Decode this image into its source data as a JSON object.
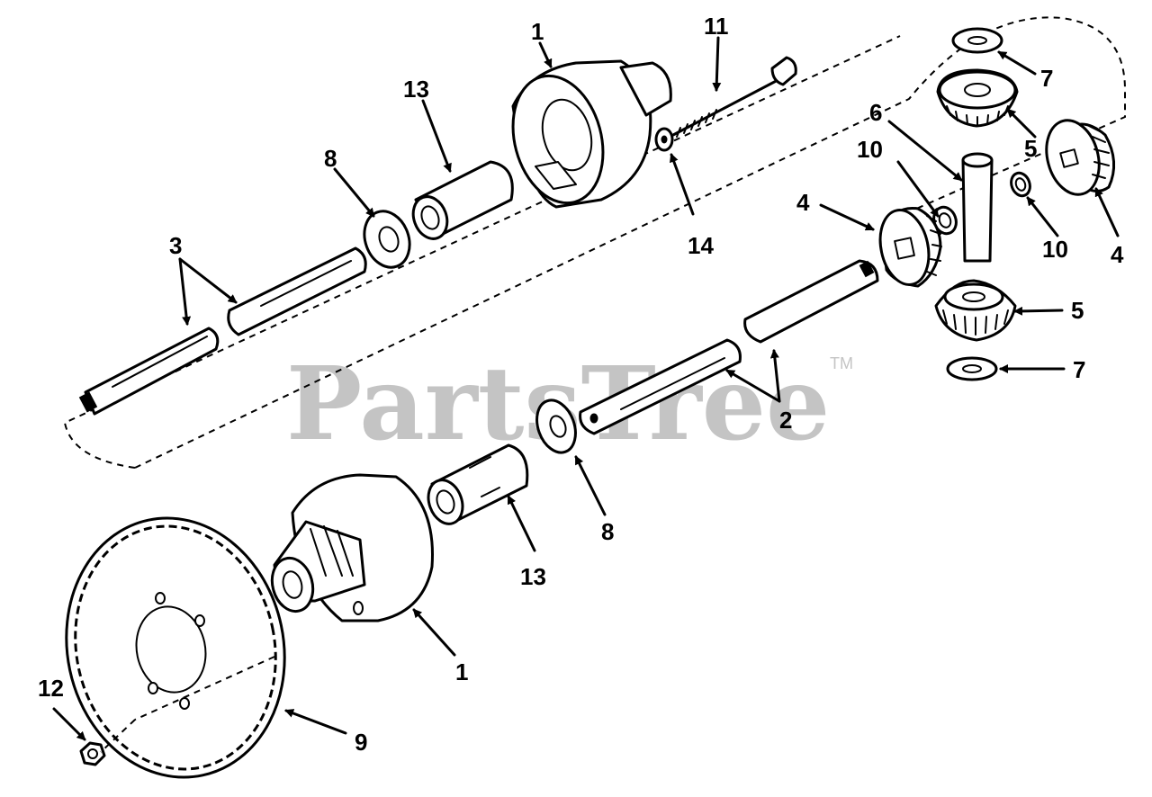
{
  "watermark": {
    "text": "PartsTree",
    "trademark": "TM"
  },
  "callouts": {
    "c1_top": "1",
    "c11": "11",
    "c13_top": "13",
    "c7_top": "7",
    "c6": "6",
    "c5_top": "5",
    "c8_top": "8",
    "c10_left": "10",
    "c4_left": "4",
    "c14": "14",
    "c10_right": "10",
    "c4_right": "4",
    "c3": "3",
    "c5_bottom": "5",
    "c7_bottom": "7",
    "c2": "2",
    "c8_bottom": "8",
    "c13_bottom": "13",
    "c1_bottom": "1",
    "c12": "12",
    "c9": "9"
  },
  "colors": {
    "line": "#000000",
    "watermark": "#c4c4c4",
    "background": "#ffffff"
  }
}
